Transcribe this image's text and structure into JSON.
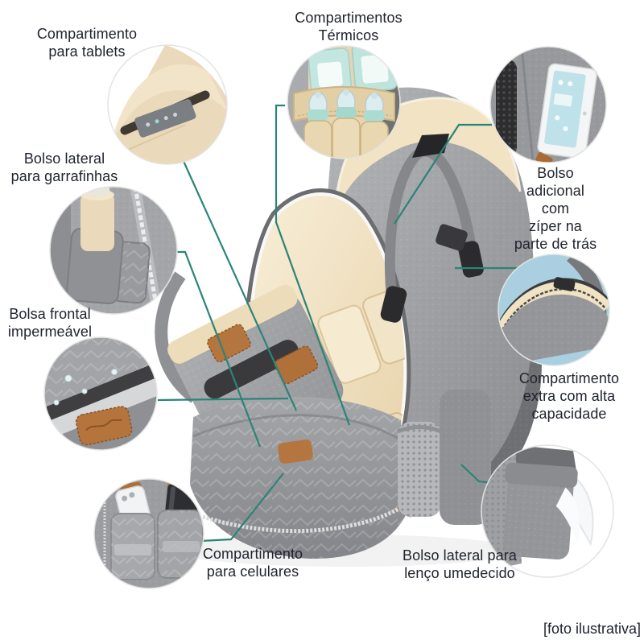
{
  "product_diagram": {
    "type": "annotated-product-infographic",
    "subject": "mochila maternidade (diaper bag backpack)",
    "features": [
      {
        "id": "tablets",
        "label": "Compartimento\npara tablets",
        "callout": "tablet-pocket-photo"
      },
      {
        "id": "termicos",
        "label": "Compartimentos\nTérmicos",
        "callout": "thermal-bottle-pockets-photo"
      },
      {
        "id": "garrafinhas",
        "label": "Bolso lateral\npara garrafinhas",
        "callout": "side-bottle-pocket-photo"
      },
      {
        "id": "frontal",
        "label": "Bolsa frontal\nimpermeável",
        "callout": "waterproof-front-pocket-photo"
      },
      {
        "id": "ziper_tras",
        "label": "Bolso adicional com\nzíper na parte de trás",
        "callout": "back-zipper-pocket-photo"
      },
      {
        "id": "extra",
        "label": "Compartimento\nextra com alta\ncapacidade",
        "callout": "extra-compartment-photo"
      },
      {
        "id": "celulares",
        "label": "Compartimento\npara celulares",
        "callout": "phone-pockets-photo"
      },
      {
        "id": "lenco",
        "label": "Bolso lateral para\nlenço umedecido",
        "callout": "wet-wipes-pocket-photo"
      }
    ],
    "footnote": "[foto ilustrativa]",
    "colors": {
      "background": "#ffffff",
      "connector_line": "#2b8478",
      "text": "#20242e",
      "bag_gray": "#9b9da0",
      "bag_gray_dark": "#6d6f72",
      "bag_interior_cream": "#f1e3c4",
      "leather_brown": "#b5753e",
      "accent_light_blue": "#a9cfe0",
      "bottle_mint": "#aadcd2"
    }
  }
}
